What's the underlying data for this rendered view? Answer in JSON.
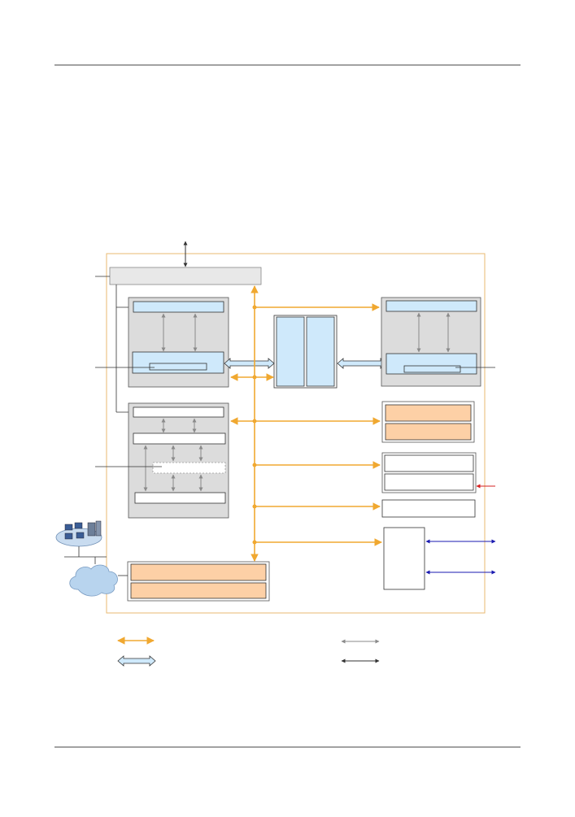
{
  "colors": {
    "orange": "#f0a830",
    "grey_box": "#dcdcdc",
    "light_blue": "#cfe9fb",
    "peach": "#fdd0a6",
    "dark_line": "#333333",
    "grey_arrow": "#8a8a8a",
    "blue_arrow": "#1a1ab0",
    "red_arrow": "#d62020",
    "frame": "#e8b970"
  },
  "icons": {
    "network_cluster": "workstations-icon",
    "cloud": "cloud-icon"
  },
  "legend": [
    {
      "style": "orange-bidirectional-arrow",
      "label": ""
    },
    {
      "style": "grey-bidirectional-arrow",
      "label": ""
    },
    {
      "style": "blue-outline-double-arrow",
      "label": ""
    },
    {
      "style": "black-bidirectional-arrow",
      "label": ""
    }
  ]
}
